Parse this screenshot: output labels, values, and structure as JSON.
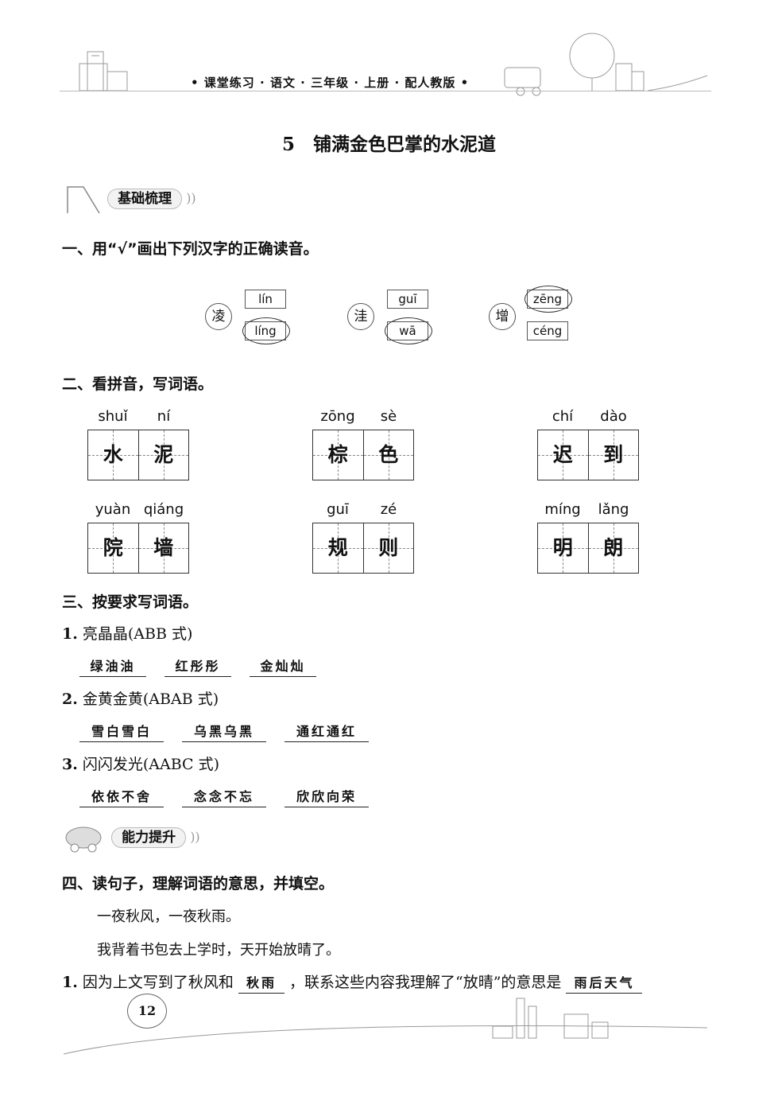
{
  "header": {
    "text": "• 课堂练习 · 语文 · 三年级 · 上册 · 配人教版 •"
  },
  "title": "5　铺满金色巴掌的水泥道",
  "sections": {
    "basics": "基础梳理",
    "ability": "能力提升"
  },
  "q1": {
    "prompt": "一、用“√”画出下列汉字的正确读音。",
    "items": [
      {
        "char": "凌",
        "options": [
          "lín",
          "líng"
        ],
        "circled": 1
      },
      {
        "char": "洼",
        "options": [
          "guī",
          "wā"
        ],
        "circled": 1
      },
      {
        "char": "增",
        "options": [
          "zēng",
          "céng"
        ],
        "circled": 0
      }
    ]
  },
  "q2": {
    "prompt": "二、看拼音，写词语。",
    "words": [
      {
        "pinyin": [
          "shuǐ",
          "ní"
        ],
        "chars": [
          "水",
          "泥"
        ]
      },
      {
        "pinyin": [
          "zōng",
          "sè"
        ],
        "chars": [
          "棕",
          "色"
        ]
      },
      {
        "pinyin": [
          "chí",
          "dào"
        ],
        "chars": [
          "迟",
          "到"
        ]
      },
      {
        "pinyin": [
          "yuàn",
          "qiáng"
        ],
        "chars": [
          "院",
          "墙"
        ]
      },
      {
        "pinyin": [
          "guī",
          "zé"
        ],
        "chars": [
          "规",
          "则"
        ]
      },
      {
        "pinyin": [
          "míng",
          "lǎng"
        ],
        "chars": [
          "明",
          "朗"
        ]
      }
    ]
  },
  "q3": {
    "prompt": "三、按要求写词语。",
    "items": [
      {
        "num": "1.",
        "text": "亮晶晶(ABB 式)",
        "answers": [
          "绿油油",
          "红彤彤",
          "金灿灿"
        ]
      },
      {
        "num": "2.",
        "text": "金黄金黄(ABAB 式)",
        "answers": [
          "雪白雪白",
          "乌黑乌黑",
          "通红通红"
        ]
      },
      {
        "num": "3.",
        "text": "闪闪发光(AABC 式)",
        "answers": [
          "依依不舍",
          "念念不忘",
          "欣欣向荣"
        ]
      }
    ]
  },
  "q4": {
    "prompt": "四、读句子，理解词语的意思，并填空。",
    "lines": [
      "一夜秋风，一夜秋雨。",
      "我背着书包去上学时，天开始放晴了。"
    ],
    "sub1": {
      "num": "1.",
      "before": "因为上文写到了秋风和",
      "blank1": "秋雨",
      "middle": "，联系这些内容我理解了“放晴”的意思是",
      "blank2": "雨后天气"
    }
  },
  "page_number": "12"
}
